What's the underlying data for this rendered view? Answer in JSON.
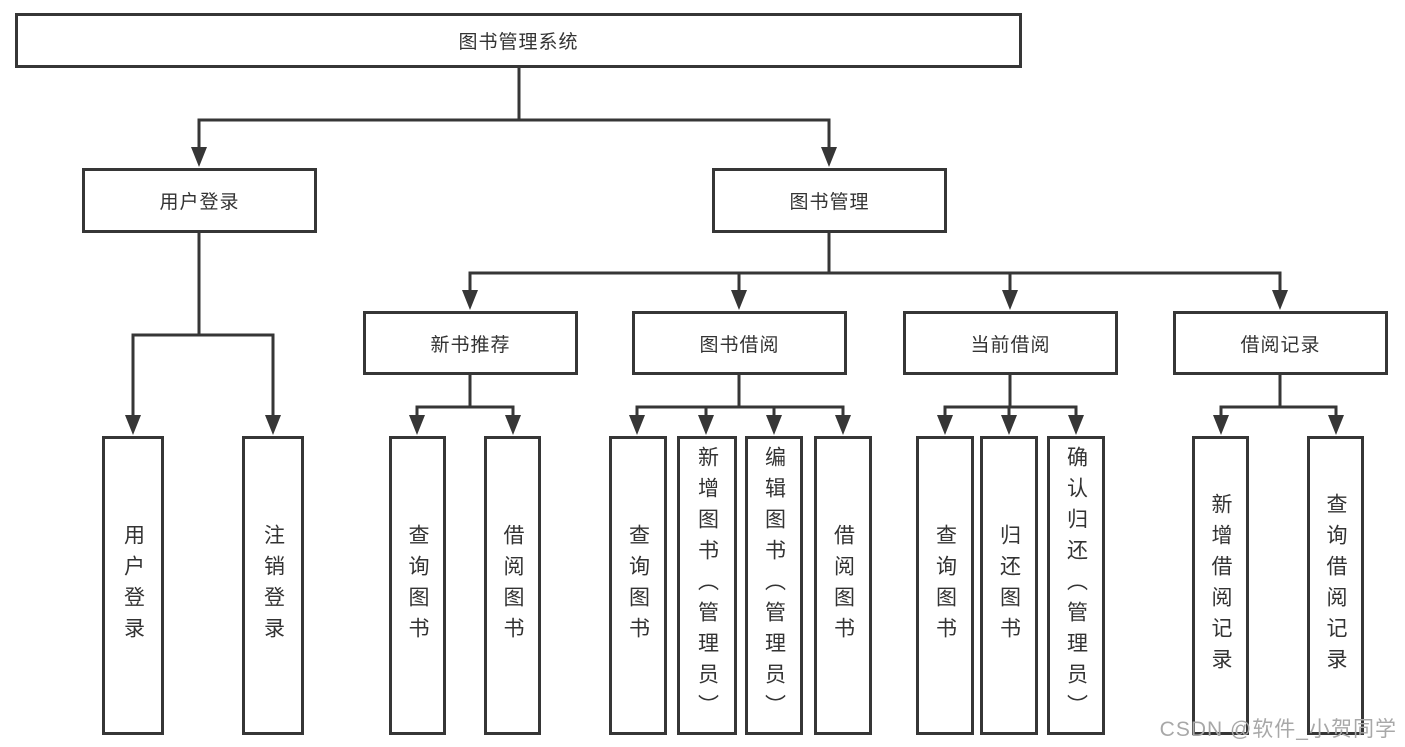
{
  "diagram_title": "图书管理系统",
  "colors": {
    "line": "#363636",
    "text": "#333333",
    "background": "#ffffff",
    "watermark": "#a8a8a8"
  },
  "tree": {
    "label": "图书管理系统",
    "children": [
      {
        "label": "用户登录",
        "children": [
          {
            "label": "用户登录"
          },
          {
            "label": "注销登录"
          }
        ]
      },
      {
        "label": "图书管理",
        "children": [
          {
            "label": "新书推荐",
            "children": [
              {
                "label": "查询图书"
              },
              {
                "label": "借阅图书"
              }
            ]
          },
          {
            "label": "图书借阅",
            "children": [
              {
                "label": "查询图书"
              },
              {
                "label": "新增图书（管理员）"
              },
              {
                "label": "编辑图书（管理员）"
              },
              {
                "label": "借阅图书"
              }
            ]
          },
          {
            "label": "当前借阅",
            "children": [
              {
                "label": "查询图书"
              },
              {
                "label": "归还图书"
              },
              {
                "label": "确认归还（管理员）"
              }
            ]
          },
          {
            "label": "借阅记录",
            "children": [
              {
                "label": "新增借阅记录"
              },
              {
                "label": "查询借阅记录"
              }
            ]
          }
        ]
      }
    ]
  },
  "watermark": {
    "text": "CSDN @软件_小贺同学"
  }
}
